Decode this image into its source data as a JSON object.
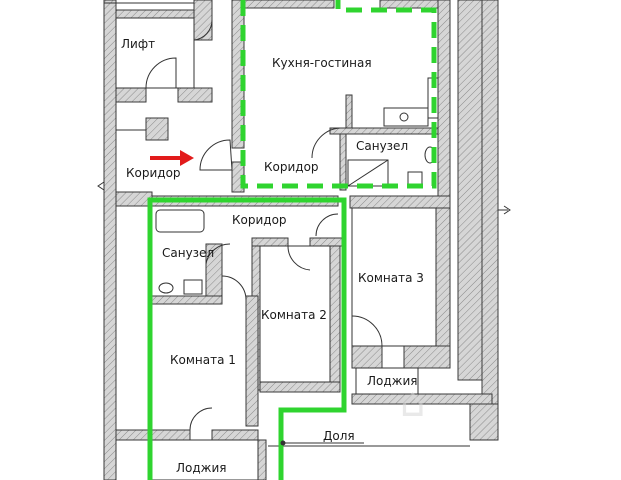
{
  "plan": {
    "labels": {
      "lift": "Лифт",
      "kitchen_living": "Кухня-гостиная",
      "corridor_hall": "Коридор",
      "corridor_upper": "Коридор",
      "corridor_lower": "Коридор",
      "bathroom_upper": "Санузел",
      "bathroom_lower": "Санузел",
      "room_1": "Комната 1",
      "room_2": "Комната 2",
      "room_3": "Комната 3",
      "loggia_right": "Лоджия",
      "loggia_left": "Лоджия",
      "share": "Доля"
    },
    "colors": {
      "wall_fill": "#cfcfcf",
      "wall_stroke": "#3a3a3a",
      "highlight": "#2fd42f",
      "entrance_arrow": "#e21b1b",
      "line": "#333333"
    }
  }
}
